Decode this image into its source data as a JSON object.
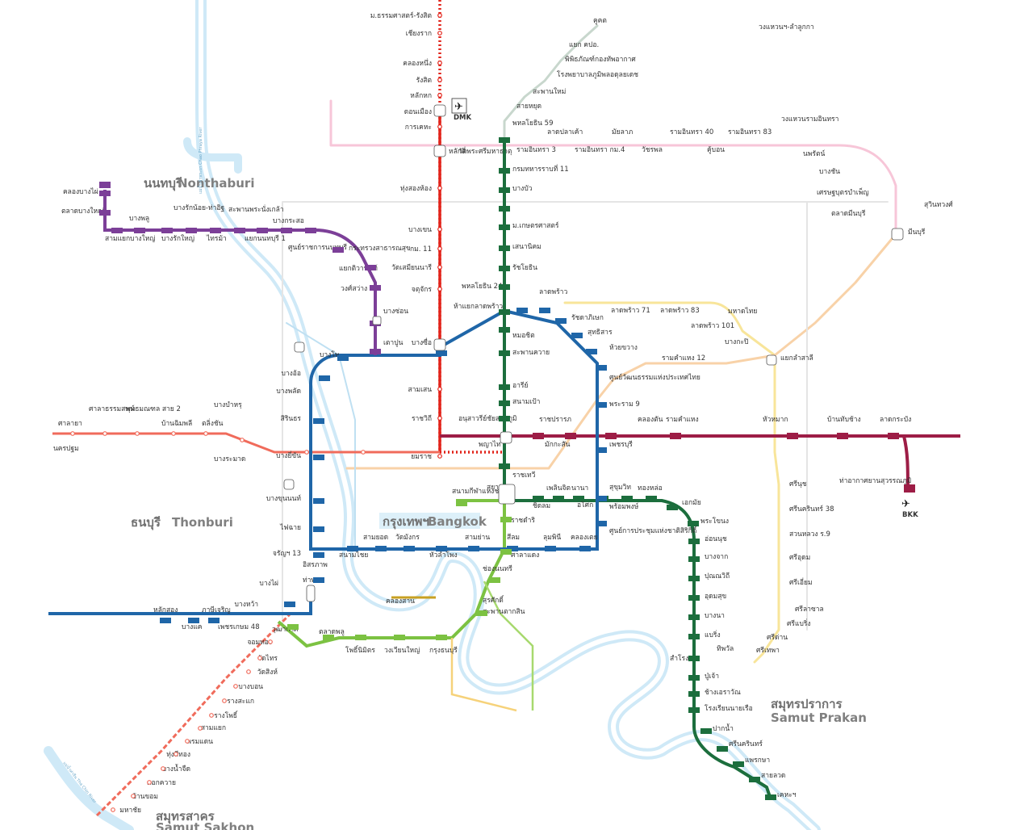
{
  "map": {
    "regions": {
      "nonthaburi_th": "นนทบุรี",
      "nonthaburi_en": "Nonthaburi",
      "thonburi_th": "ธนบุรี",
      "thonburi_en": "Thonburi",
      "bangkok_th": "กรุงเทพฯ",
      "bangkok_en": "Bangkok",
      "samut_prakan_th": "สมุทรปราการ",
      "samut_prakan_en": "Samut Prakan",
      "samut_sakhon_th": "สมุทรสาคร",
      "samut_sakhon_en": "Samut Sakhon"
    },
    "rivers": {
      "chao_phraya": "แม่น้ำเจ้าพระยา Chao Phraya River",
      "tha_chin": "แม่น้ำท่าจีน Tha Chin River"
    },
    "airports": {
      "dmk": "DMK",
      "bkk": "BKK"
    },
    "line_colors": {
      "dark_red": "#e2231a",
      "light_red": "#f06b5b",
      "dark_green": "#1c6e3d",
      "light_green": "#7cc242",
      "blue": "#1f66a8",
      "purple": "#7c3f98",
      "airport_link": "#9d1d46",
      "gold": "#c8a022",
      "pink": "#f4a6c4",
      "yellow": "#f5d64d",
      "orange": "#f6b26b",
      "silver": "#b0c4b8",
      "river": "#cfe9f7"
    },
    "stations": {
      "thammasat": "ม.ธรรมศาสตร์-รังสิต",
      "chiang_rak": "เชียงราก",
      "khlong_nueng": "คลองหนึ่ง",
      "rangsit": "รังสิต",
      "lak_hok": "หลักหก",
      "don_mueang": "ดอนเมือง",
      "kan_kheha": "การเคหะ",
      "lak_si": "หลักสี่",
      "thung_song_hong": "ทุ่งสองห้อง",
      "bang_khen": "บางเขน",
      "kor_mor_11": "กม. 11",
      "wat_samian_nari": "วัดเสมียนนารี",
      "chatuchak": "จตุจักร",
      "bang_son": "บางซ่อน",
      "bang_sue": "บางซื่อ",
      "sam_sen": "สามเสน",
      "ramathibodi": "ราชวิถี",
      "yommarat": "ยมราช",
      "bang_pho": "บางโพ",
      "tao_poon": "เตาปูน",
      "bang_o": "บางอ้อ",
      "bang_phlat": "บางพลัด",
      "sirindhorn": "สิรินธร",
      "bang_yi_khan": "บางยี่ขัน",
      "bang_khun_non": "บางขุนนนท์",
      "fai_chai": "ไฟฉาย",
      "charan_13": "จรัญฯ 13",
      "tha_phra": "ท่าพระ",
      "bang_phai": "บางไผ่",
      "bang_wa": "บางหว้า",
      "phetkasem_48": "เพชรเกษม 48",
      "phasi_charoen": "ภาษีเจริญ",
      "bang_khae": "บางแค",
      "lak_song": "หลักสอง",
      "talat_phlu": "ตลาดพลู",
      "wutthakat": "วุฒากาศ",
      "pho_nimit": "โพธิ์นิมิตร",
      "wongwian_yai": "วงเวียนใหญ่",
      "krung_thon_buri": "กรุงธนบุรี",
      "khlong_san": "คลองสาน",
      "saphan_taksin": "สะพานตากสิน",
      "surasak": "สุรศักดิ์",
      "chong_nonsi": "ช่องนนทรี",
      "sala_daeng": "ศาลาแดง",
      "sam_yan": "สามย่าน",
      "hua_lamphong": "หัวลำโพง",
      "wat_mangkon": "วัดมังกร",
      "sam_yot": "สามยอด",
      "sanam_chai": "สนามไชย",
      "itsaraphap": "อิสรภาพ",
      "lumphini": "ลุมพินี",
      "khlong_toei": "คลองเตย",
      "silom": "สีลม",
      "ratchadamri": "ราชดำริ",
      "siam": "สยาม",
      "national_stadium": "สนามกีฬาแห่งชาติ",
      "chit_lom": "ชิดลม",
      "phloen_chit": "เพลินจิต",
      "nana": "นานา",
      "asok": "อโศก",
      "phrom_phong": "พร้อมพงษ์",
      "thong_lo": "ทองหล่อ",
      "ekkamai": "เอกมัย",
      "phra_khanong": "พระโขนง",
      "on_nut": "อ่อนนุช",
      "bang_chak": "บางจาก",
      "punnawithi": "ปุณณวิถี",
      "udom_suk": "อุดมสุข",
      "bang_na": "บางนา",
      "bearing": "แบริ่ง",
      "samrong": "สำโรง",
      "pu_chao": "ปู่เจ้า",
      "chang_erawan": "ช้างเอราวัณ",
      "royal_thai_naval": "โรงเรียนนายเรือ",
      "pak_nam": "ปากน้ำ",
      "srinagarindra": "ศรีนครินทร์",
      "phraek_sa": "แพรกษา",
      "sai_luat": "สายลวด",
      "kheha": "เคหะฯ",
      "victory_monument": "อนุสาวรีย์ชัยสมรภูมิ",
      "phaya_thai": "พญาไท",
      "ratchathewi": "ราชเทวี",
      "ratchaprarop": "ราชปรารภ",
      "makkasan": "มักกะสัน",
      "ramkhamhaeng": "รามคำแหง",
      "hua_mak": "หัวหมาก",
      "ban_thap_chang": "บ้านทับช้าง",
      "lat_krabang": "ลาดกระบัง",
      "suvarnabhumi": "ท่าอากาศยานสุวรรณภูมิ",
      "sanam_pao": "สนามเป้า",
      "ari": "อารีย์",
      "saphan_khwai": "สะพานควาย",
      "mo_chit": "หมอชิต",
      "ha_yaek_lat_phrao": "ห้าแยกลาดพร้าว",
      "phahon_yothin_24": "พหลโยธิน 24",
      "ratchayothin": "รัชโยธิน",
      "sena_nikhom": "เสนานิคม",
      "kasetsart": "ม.เกษตรศาสตร์",
      "bang_bua": "บางบัว",
      "kheha_sena": "กรมทหารราบที่ 11",
      "wat_phra_sri": "วัดพระศรีมหาธาตุ",
      "phahon_yothin_59": "พหลโยธิน 59",
      "sai_yut": "สายหยุด",
      "saphan_mai": "สะพานใหม่",
      "bhumibol": "โรงพยาบาลภูมิพลอดุลยเดช",
      "air_force_museum": "พิพิธภัณฑ์กองทัพอากาศ",
      "yaek_kor_por_aor": "แยก คปอ.",
      "khu_khot": "คูคต",
      "lam_luk_ka": "วงแหวนฯ-ลำลูกกา",
      "lat_phrao": "ลาดพร้าว",
      "ratchadaphisek": "รัชดาภิเษก",
      "sutthisan": "สุทธิสาร",
      "huai_khwang": "ห้วยขวาง",
      "thailand_cultural": "ศูนย์วัฒนธรรมแห่งประเทศไทย",
      "phra_ram_9": "พระราม 9",
      "phetchaburi": "เพชรบุรี",
      "sukhumvit": "สุขุมวิท",
      "queen_sirikit": "ศูนย์การประชุมแห่งชาติสิริกิติ์",
      "bang_yai": "คลองบางไผ่",
      "talad_bang_yai": "ตลาดบางใหญ่",
      "sam_yaek_bang_yai": "สามแยกบางใหญ่",
      "bang_phlu": "บางพลู",
      "bang_rak_yai": "บางรักใหญ่",
      "bang_rak_noi": "บางรักน้อย-ท่าอิฐ",
      "sai_ma": "ไทรม้า",
      "phra_nang_klao": "สะพานพระนั่งเกล้า",
      "yaek_nonthaburi_1": "แยกนนทบุรี 1",
      "bang_krasor": "บางกระสอ",
      "nonthaburi_civic": "ศูนย์ราชการนนทบุรี",
      "ministry_public_health": "กระทรวงสาธารณสุข",
      "yaek_tiwanon": "แยกติวานนท์",
      "wong_sawang": "วงศ์สว่าง",
      "taling_chan": "ตลิ่งชัน",
      "ban_chimphli": "บ้านฉิมพลี",
      "phutthamonthon_2": "พุทธมณฑล สาย 2",
      "sala_thammasop": "ศาลาธรรมสพน์",
      "sala_ya": "ศาลายา",
      "nakhon_pathom": "นครปฐม",
      "bang_bamru": "บางบำหรุ",
      "bang_ramat": "บางระมาด",
      "chom_thong": "จอมทอง",
      "wat_sai": "วัดไทร",
      "wat_sing": "วัดสิงห์",
      "bang_bon": "บางบอน",
      "rang_sakae": "รางสะแก",
      "rang_pho": "รางโพธิ์",
      "sam_yaek": "สามแยก",
      "phrom_daen": "พรมแดน",
      "thung_si_thong": "ทุ่งสีทอง",
      "bang_nam_chuet": "บางน้ำจืด",
      "khok_khwai": "คอกควาย",
      "ban_khlong": "บ้านขอม",
      "mahachai": "มหาชัย",
      "khlong_toei_2": "คลองตัน",
      "ramkhamhaeng_12": "รามคำแหง 12",
      "lat_phrao_71": "ลาดพร้าว 71",
      "lat_phrao_83": "ลาดพร้าว 83",
      "mahat_thai": "มหาดไทย",
      "lat_phrao_101": "ลาดพร้าว 101",
      "bang_kapi": "บางกะปิ",
      "min_buri": "มีนบุรี",
      "suwinthawong": "สุวินทวงศ์",
      "sri_nut": "ศรีนุช",
      "sri_la_salle": "ศรีลาซาล",
      "sri_bearing": "ศรีแบริ่ง",
      "sri_dan": "ศรีด่าน",
      "sri_thepha": "ศรีเทพา",
      "thippawan": "ทิพวัล",
      "lam_sali": "แยกลำสาลี",
      "rama_9_sri": "ศรีนครินทร์ 38",
      "suan_luang": "สวนหลวง ร.9",
      "sri_iam": "ศรีเอี่ยม",
      "sri_udom": "ศรีอุดม",
      "ramintra_3": "รามอินทรา 3",
      "lat_pla_khao": "ลาดปลาเค้า",
      "ramintra_31": "รามอินทรา กม.4",
      "maiyalap": "มัยลาภ",
      "watcharaphon": "วัชรพล",
      "ramintra_40": "รามอินทรา 40",
      "khu_bon": "คู้บอน",
      "ramintra_83": "รามอินทรา 83",
      "outer_ring_road": "วงแหวนรามอินทรา",
      "nopparat": "นพรัตน์",
      "bang_chan": "บางชัน",
      "setthabutbamphen": "เศรษฐบุตรบำเพ็ญ",
      "talad_min_buri": "ตลาดมีนบุรี"
    }
  }
}
